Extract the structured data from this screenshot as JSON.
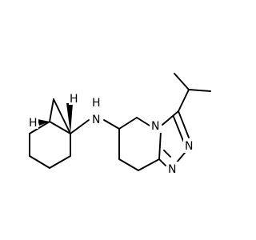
{
  "atoms": {
    "amine_nitrogen": "N",
    "amine_hydrogen": "H",
    "bridge_nitrogen": "N",
    "triazole_nitrogen_upper": "N",
    "triazole_nitrogen_lower": "N",
    "stereo_h_upper": "H",
    "stereo_h_lower": "H"
  }
}
